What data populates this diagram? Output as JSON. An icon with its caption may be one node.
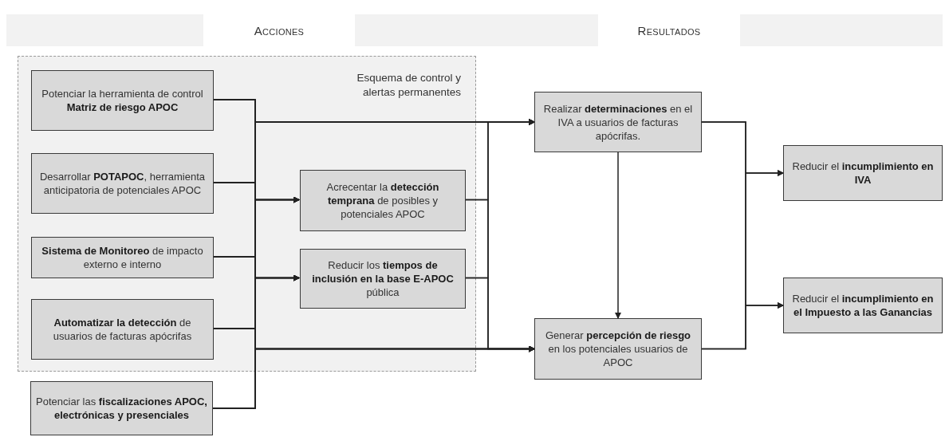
{
  "diagram": {
    "nodes": [
      {
        "text": [
          "Esquema de control y alertas permanentes"
        ]
      },
      {
        "text": [
          "Potenciar la herramienta de control **Matriz de riesgo APOC**"
        ],
        "in": 0
      },
      {
        "text": [
          "Desarrollar **POTAPOC**, herramienta anticipatoria de potenciales APOC"
        ],
        "in": 0
      },
      {
        "text": [
          "**Sistema de Monitoreo** de impacto externo e interno"
        ],
        "in": 0
      },
      {
        "text": [
          "**Automatizar la detección** de usuarios de facturas apócrifas"
        ],
        "in": 0
      },
      {
        "text": [
          "Potenciar las **fiscalizaciones APOC, electrónicas y presenciales**"
        ]
      },
      {
        "text": [
          "Acrecentar la **detección temprana** de posibles y potenciales APOC"
        ],
        "in": 0
      },
      {
        "text": [
          "Reducir los **tiempos de inclusión en la base E-APOC** pública"
        ],
        "in": 0
      },
      {
        "text": [
          "Realizar **determinaciones** en el IVA a usuarios de facturas apócrifas."
        ]
      },
      {
        "text": [
          "Generar **percepción de riesgo** en los potenciales usuarios de APOC"
        ]
      },
      {
        "text": [
          "Reducir el **incumplimiento en IVA**"
        ]
      },
      {
        "text": [
          "Reducir el **incumplimiento en el Impuesto a las Ganancias**"
        ]
      }
    ],
    "edges": [
      {
        "from": 1,
        "to": 8,
        "arrow": "to"
      },
      {
        "from": 2,
        "to": 8,
        "arrow": "to"
      },
      {
        "from": 3,
        "to": 8,
        "arrow": "to"
      },
      {
        "from": 4,
        "to": 8,
        "arrow": "to"
      },
      {
        "from": 5,
        "to": 8,
        "arrow": "to"
      },
      {
        "from": 1,
        "to": 6,
        "arrow": "to"
      },
      {
        "from": 2,
        "to": 6,
        "arrow": "to"
      },
      {
        "from": 3,
        "to": 6,
        "arrow": "to"
      },
      {
        "from": 4,
        "to": 6,
        "arrow": "to"
      },
      {
        "from": 5,
        "to": 6,
        "arrow": "to"
      },
      {
        "from": 1,
        "to": 7,
        "arrow": "to"
      },
      {
        "from": 2,
        "to": 7,
        "arrow": "to"
      },
      {
        "from": 3,
        "to": 7,
        "arrow": "to"
      },
      {
        "from": 4,
        "to": 7,
        "arrow": "to"
      },
      {
        "from": 5,
        "to": 7,
        "arrow": "to"
      },
      {
        "from": 1,
        "to": 9,
        "arrow": "to"
      },
      {
        "from": 2,
        "to": 9,
        "arrow": "to"
      },
      {
        "from": 3,
        "to": 9,
        "arrow": "to"
      },
      {
        "from": 4,
        "to": 9,
        "arrow": "to"
      },
      {
        "from": 5,
        "to": 9,
        "arrow": "to"
      },
      {
        "from": 6,
        "to": 8,
        "arrow": "to"
      },
      {
        "from": 7,
        "to": 8,
        "arrow": "to"
      },
      {
        "from": 6,
        "to": 9,
        "arrow": "to"
      },
      {
        "from": 7,
        "to": 9,
        "arrow": "to"
      },
      {
        "from": 8,
        "to": 9,
        "arrow": "to"
      },
      {
        "from": 8,
        "to": 10,
        "arrow": "to"
      },
      {
        "from": 8,
        "to": 11,
        "arrow": "to"
      },
      {
        "from": 9,
        "to": 10,
        "arrow": "to"
      },
      {
        "from": 9,
        "to": 11,
        "arrow": "to"
      }
    ],
    "labels": [
      "Acciones",
      "Resultados"
    ]
  }
}
